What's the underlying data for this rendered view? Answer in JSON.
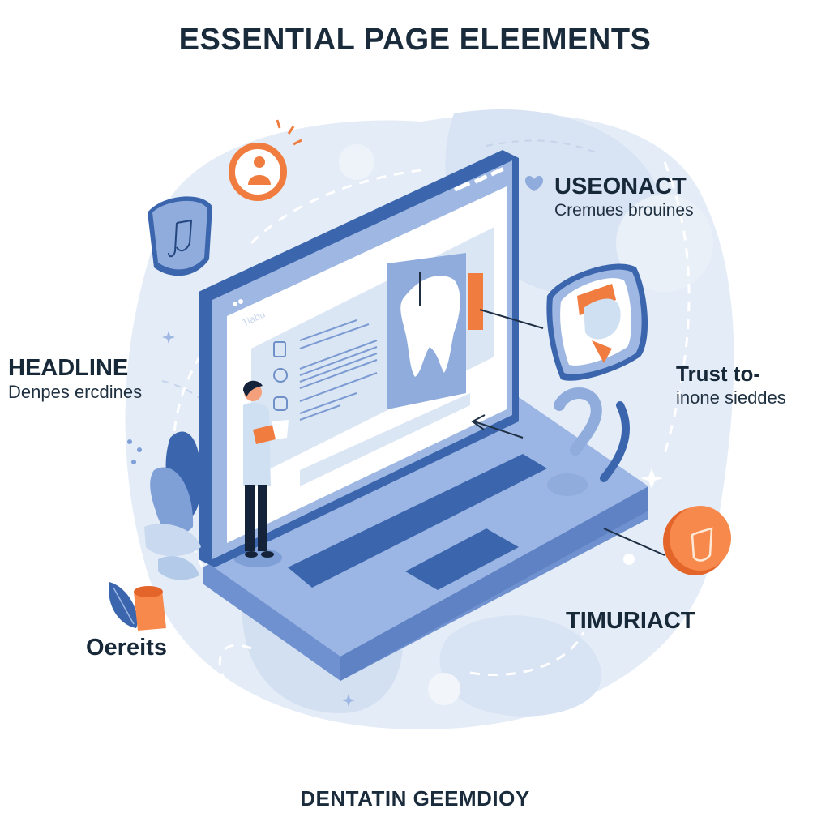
{
  "title": "ESSENTIAL PAGE ELEEMENTS",
  "footer": "DENTATIN GEEMDIOY",
  "callouts": {
    "top_right": {
      "heading": "USEONACT",
      "subtext": "Cremues brouines",
      "icon": "heart-icon"
    },
    "left": {
      "heading": "HEADLINE",
      "subtext": "Denpes ercdines"
    },
    "right": {
      "heading": "Trust to-",
      "subtext": "inone sieddes"
    },
    "bottom_right": {
      "heading": "TIMURIACT"
    },
    "bottom_left": {
      "heading": "Oereits"
    }
  },
  "screen": {
    "logo_text": "Tiabu"
  },
  "icons": [
    "user-badge-icon",
    "document-shield-icon",
    "tooth-frame-icon",
    "shield-badge-icon",
    "tooth-icon",
    "dental-tool-icon",
    "leaf-icon",
    "cup-icon",
    "person-figure"
  ],
  "colors": {
    "primary_blue": "#3b66ad",
    "mid_blue": "#8fadde",
    "light_blue": "#dbe6f4",
    "accent_orange": "#f07d3f",
    "text_dark": "#172839"
  }
}
